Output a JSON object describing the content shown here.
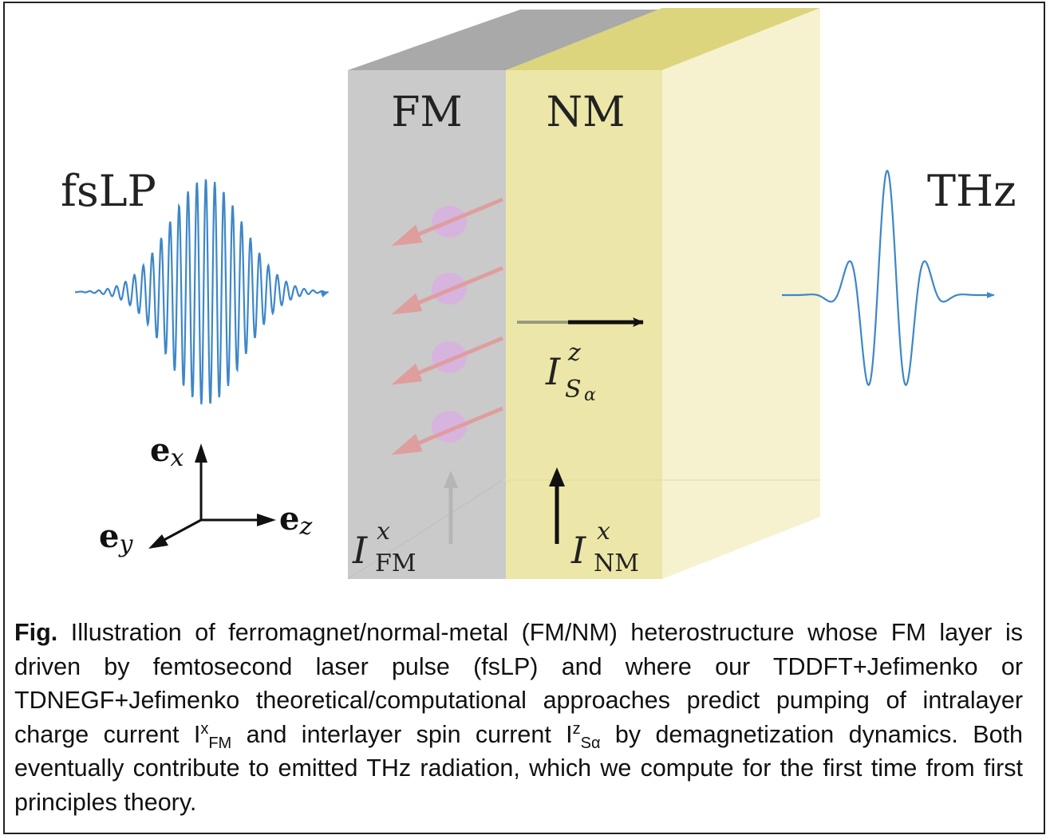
{
  "diagram": {
    "labels": {
      "fm_layer": "FM",
      "nm_layer": "NM",
      "input_pulse": "fsLP",
      "output_pulse": "THz",
      "axis_x": "e",
      "axis_x_sub": "x",
      "axis_y": "e",
      "axis_y_sub": "y",
      "axis_z": "e",
      "axis_z_sub": "z",
      "spin_current": "I",
      "spin_current_sup": "z",
      "spin_current_sub": "S",
      "spin_current_subsub": "α",
      "fm_current": "I",
      "fm_current_sup": "x",
      "fm_current_sub": "FM",
      "nm_current": "I",
      "nm_current_sup": "x",
      "nm_current_sub": "NM"
    },
    "colors": {
      "fm_front": "#cacaca",
      "fm_top": "#a9a9a9",
      "nm_front": "#ece7a8",
      "nm_top": "#dcd57e",
      "nm_side": "#f6f2cf",
      "wave": "#3d87c8",
      "spin_arrow": "#e29a9a",
      "spin_blob": "#d8b0e0"
    }
  },
  "caption": {
    "prefix": "Fig.",
    "text_1": " Illustration of ferromagnet/normal-metal (FM/NM) heterostructure whose FM layer is driven by femtosecond laser pulse (fsLP) and where our TDDFT+Jefimenko or TDNEGF+Jefimenko theoretical/computational approaches predict pumping of intralayer charge current I",
    "sup_1": "x",
    "sub_1": "FM",
    "text_2": "  and interlayer spin current I",
    "sup_2": "z",
    "sub_2": "Sα",
    "text_3": " by demagnetization dynamics. Both eventually contribute to emitted THz radiation, which we compute for the first time from first principles theory."
  }
}
